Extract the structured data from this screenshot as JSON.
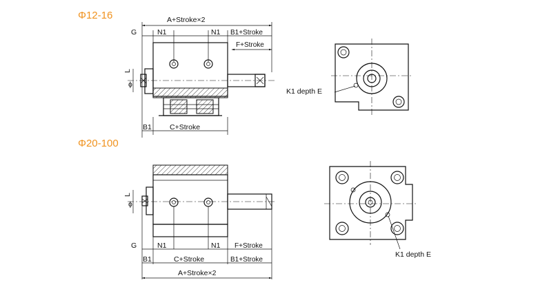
{
  "top_view": {
    "series_label": "Φ12-16",
    "dims": {
      "overall": "A+Stroke×2",
      "g": "G",
      "n1_left": "N1",
      "n1_right": "N1",
      "b1_stroke": "B1+Stroke",
      "f_stroke": "F+Stroke",
      "phi": "ϕ",
      "l": "L",
      "b1": "B1",
      "c_stroke": "C+Stroke"
    },
    "callout": "K1 depth E"
  },
  "bottom_view": {
    "series_label": "Φ20-100",
    "dims": {
      "phi": "ϕ",
      "l": "L",
      "g": "G",
      "n1_left": "N1",
      "n1_right": "N1",
      "f_stroke": "F+Stroke",
      "b1": "B1",
      "c_stroke": "C+Stroke",
      "b1_stroke": "B1+Stroke",
      "overall": "A+Stroke×2"
    },
    "callout": "K1 depth E"
  }
}
